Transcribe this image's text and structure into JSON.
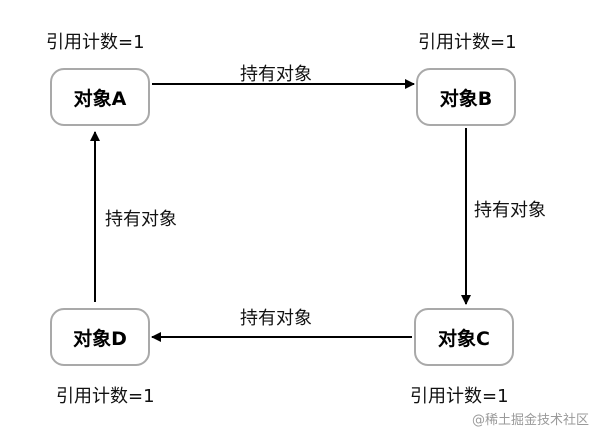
{
  "nodes": {
    "a": {
      "label": "对象A",
      "ref_count": "引用计数=1"
    },
    "b": {
      "label": "对象B",
      "ref_count": "引用计数=1"
    },
    "c": {
      "label": "对象C",
      "ref_count": "引用计数=1"
    },
    "d": {
      "label": "对象D",
      "ref_count": "引用计数=1"
    }
  },
  "edges": {
    "a_to_b": {
      "label": "持有对象"
    },
    "b_to_c": {
      "label": "持有对象"
    },
    "c_to_d": {
      "label": "持有对象"
    },
    "d_to_a": {
      "label": "持有对象"
    }
  },
  "watermark": "@稀土掘金技术社区"
}
